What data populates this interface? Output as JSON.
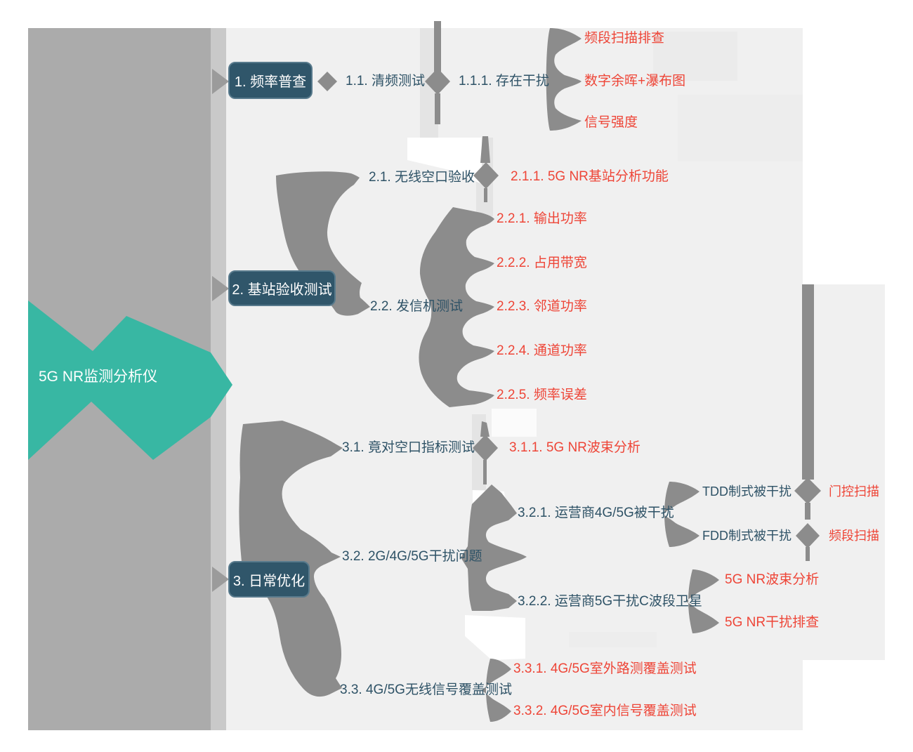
{
  "title": "5G NR monitoring analyzer mind map",
  "tree": {
    "root": {
      "label": "5G NR监测分析仪"
    },
    "branches": [
      {
        "label": "1. 频率普查",
        "children": [
          {
            "label": "1.1. 清频测试",
            "children": [
              {
                "label": "1.1.1. 存在干扰",
                "children": [
                  {
                    "label": "频段扫描排查"
                  },
                  {
                    "label": "数字余晖+瀑布图"
                  },
                  {
                    "label": "信号强度"
                  }
                ]
              }
            ]
          }
        ]
      },
      {
        "label": "2. 基站验收测试",
        "children": [
          {
            "label": "2.1. 无线空口验收",
            "children": [
              {
                "label": "2.1.1. 5G NR基站分析功能"
              }
            ]
          },
          {
            "label": "2.2. 发信机测试",
            "children": [
              {
                "label": "2.2.1. 输出功率"
              },
              {
                "label": "2.2.2. 占用带宽"
              },
              {
                "label": "2.2.3. 邻道功率"
              },
              {
                "label": "2.2.4. 通道功率"
              },
              {
                "label": "2.2.5. 频率误差"
              }
            ]
          }
        ]
      },
      {
        "label": "3. 日常优化",
        "children": [
          {
            "label": "3.1. 竟对空口指标测试",
            "children": [
              {
                "label": "3.1.1. 5G NR波束分析"
              }
            ]
          },
          {
            "label": "3.2. 2G/4G/5G干扰问题",
            "children": [
              {
                "label": "3.2.1. 运营商4G/5G被干扰",
                "children": [
                  {
                    "label": "TDD制式被干扰",
                    "children": [
                      {
                        "label": "门控扫描"
                      }
                    ]
                  },
                  {
                    "label": "FDD制式被干扰",
                    "children": [
                      {
                        "label": "频段扫描"
                      }
                    ]
                  }
                ]
              },
              {
                "label": "3.2.2. 运营商5G干扰C波段卫星",
                "children": [
                  {
                    "label": "5G NR波束分析"
                  },
                  {
                    "label": "5G NR干扰排查"
                  }
                ]
              }
            ]
          },
          {
            "label": "3.3. 4G/5G无线信号覆盖测试",
            "children": [
              {
                "label": "3.3.1. 4G/5G室外路测覆盖测试"
              },
              {
                "label": "3.3.2. 4G/5G室内信号覆盖测试"
              }
            ]
          }
        ]
      }
    ]
  },
  "colors": {
    "root_fill": "#38b7a3",
    "branch_node_fill": "#30566a",
    "branch_node_border": "#587a8c",
    "topic_text": "#2e5266",
    "leaf_text": "#ee4537",
    "connector": "#8c8c8c",
    "canvas_left_block": "#ababab",
    "panel": "#f0f0f0"
  }
}
